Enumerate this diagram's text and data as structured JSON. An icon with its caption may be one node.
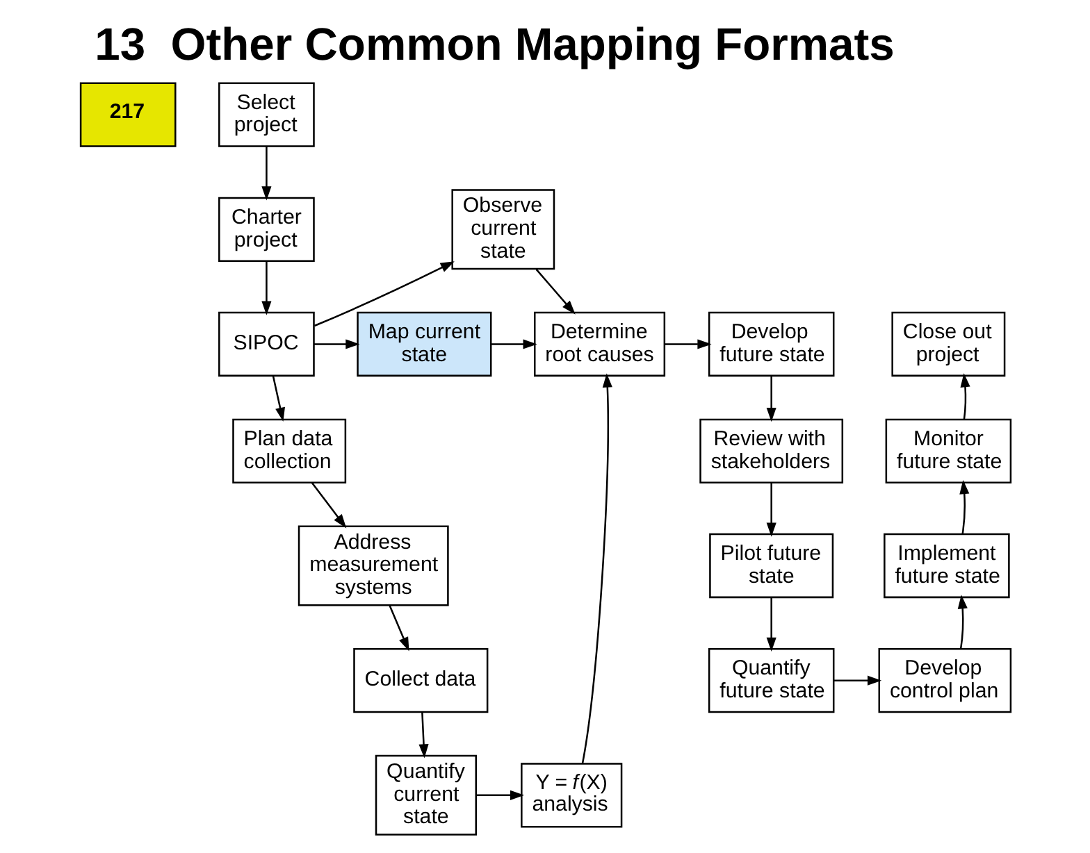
{
  "diagram": {
    "title": "13  Other Common Mapping Formats",
    "nodes": [
      {
        "text": [
          "217"
        ]
      },
      {
        "text": [
          "Select project"
        ]
      },
      {
        "text": [
          "Charter project"
        ]
      },
      {
        "text": [
          "SIPOC"
        ]
      },
      {
        "text": [
          "Observe current state"
        ]
      },
      {
        "text": [
          "Map current state"
        ]
      },
      {
        "text": [
          "Plan data collection"
        ]
      },
      {
        "text": [
          "Address measurement systems"
        ]
      },
      {
        "text": [
          "Collect data"
        ]
      },
      {
        "text": [
          "Quantify current state"
        ]
      },
      {
        "text": [
          "Determine root causes"
        ]
      },
      {
        "text": [
          "Y = *f*(X) analysis"
        ]
      },
      {
        "text": [
          "Develop future state"
        ]
      },
      {
        "text": [
          "Review with stakeholders"
        ]
      },
      {
        "text": [
          "Pilot future state"
        ]
      },
      {
        "text": [
          "Quantify future state"
        ]
      },
      {
        "text": [
          "Close out project"
        ]
      },
      {
        "text": [
          "Monitor future state"
        ]
      },
      {
        "text": [
          "Implement future state"
        ]
      },
      {
        "text": [
          "Develop control plan"
        ]
      }
    ],
    "edges": [
      {
        "from": 1,
        "to": 2,
        "arrow": "to"
      },
      {
        "from": 2,
        "to": 3,
        "arrow": "to"
      },
      {
        "from": 3,
        "to": 4,
        "arrow": "to"
      },
      {
        "from": 3,
        "to": 5,
        "arrow": "to"
      },
      {
        "from": 3,
        "to": 6,
        "arrow": "to"
      },
      {
        "from": 4,
        "to": 10,
        "arrow": "to"
      },
      {
        "from": 5,
        "to": 10,
        "arrow": "to"
      },
      {
        "from": 6,
        "to": 7,
        "arrow": "to"
      },
      {
        "from": 7,
        "to": 8,
        "arrow": "to"
      },
      {
        "from": 8,
        "to": 9,
        "arrow": "to"
      },
      {
        "from": 9,
        "to": 11,
        "arrow": "to"
      },
      {
        "from": 11,
        "to": 10,
        "arrow": "to"
      },
      {
        "from": 10,
        "to": 12,
        "arrow": "to"
      },
      {
        "from": 12,
        "to": 13,
        "arrow": "to"
      },
      {
        "from": 13,
        "to": 14,
        "arrow": "to"
      },
      {
        "from": 14,
        "to": 15,
        "arrow": "to"
      },
      {
        "from": 15,
        "to": 19,
        "arrow": "to"
      },
      {
        "from": 19,
        "to": 18,
        "arrow": "to"
      },
      {
        "from": 18,
        "to": 17,
        "arrow": "to"
      },
      {
        "from": 17,
        "to": 16,
        "arrow": "to"
      }
    ]
  }
}
